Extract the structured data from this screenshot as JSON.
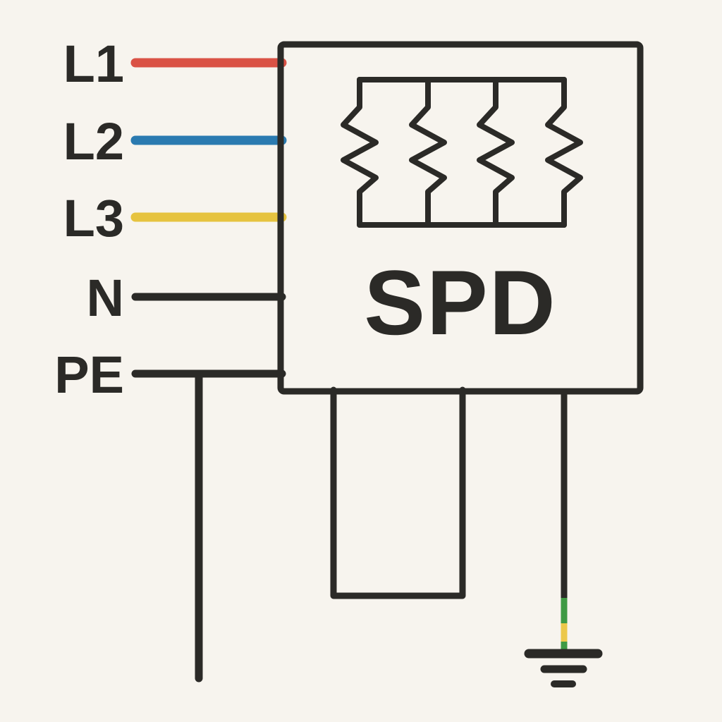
{
  "background": "#f7f4ee",
  "line_color": "#2b2a27",
  "conductors": [
    {
      "label": "L1",
      "color": "#da5245"
    },
    {
      "label": "L2",
      "color": "#2a7ab0"
    },
    {
      "label": "L3",
      "color": "#e6c33f"
    },
    {
      "label": "N",
      "color": "#2b2a27"
    },
    {
      "label": "PE",
      "color": "#2b2a27"
    }
  ],
  "device": {
    "label": "SPD",
    "border_color": "#2b2a27"
  },
  "earth": {
    "stripe_green": "#3f9a44",
    "stripe_yellow": "#ecc84a"
  }
}
